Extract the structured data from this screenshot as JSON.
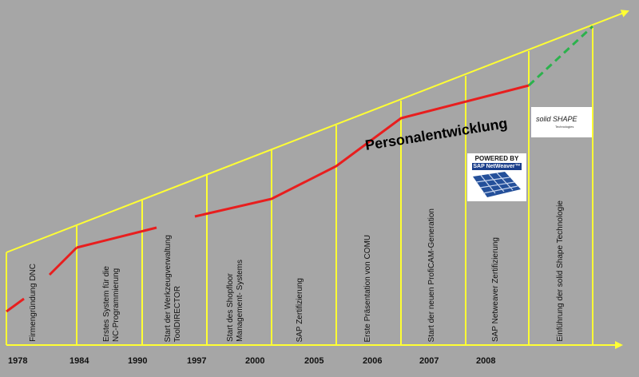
{
  "title": "Personalentwicklung",
  "years": [
    "1978",
    "1984",
    "1990",
    "1997",
    "2000",
    "2005",
    "2006",
    "2007",
    "2008"
  ],
  "milestones": [
    "Firmengründung DNC",
    "Erstes System für die\nNC-Programmierung",
    "Start der Werkzeugverwaltung\nToolDIRECTOR",
    "Start des Shopfloor\nManagement- Systems",
    "SAP Zertifizierung",
    "Erste Präsentation von COMU",
    "Start der neuen ProfiCAM-Generation",
    "SAP Netweaver Zertifizierung",
    "Einführung der solid Shape Technologie"
  ],
  "logos": {
    "sap": {
      "line1": "POWERED BY",
      "line2": "SAP NetWeaver™"
    },
    "solid_shape": {
      "name": "solid SHAPE",
      "sub": "Technologies"
    }
  },
  "colors": {
    "background": "#a6a6a6",
    "frame": "#ffff33",
    "growth_line": "#e81e1e",
    "forecast_line": "#2bb24c"
  }
}
